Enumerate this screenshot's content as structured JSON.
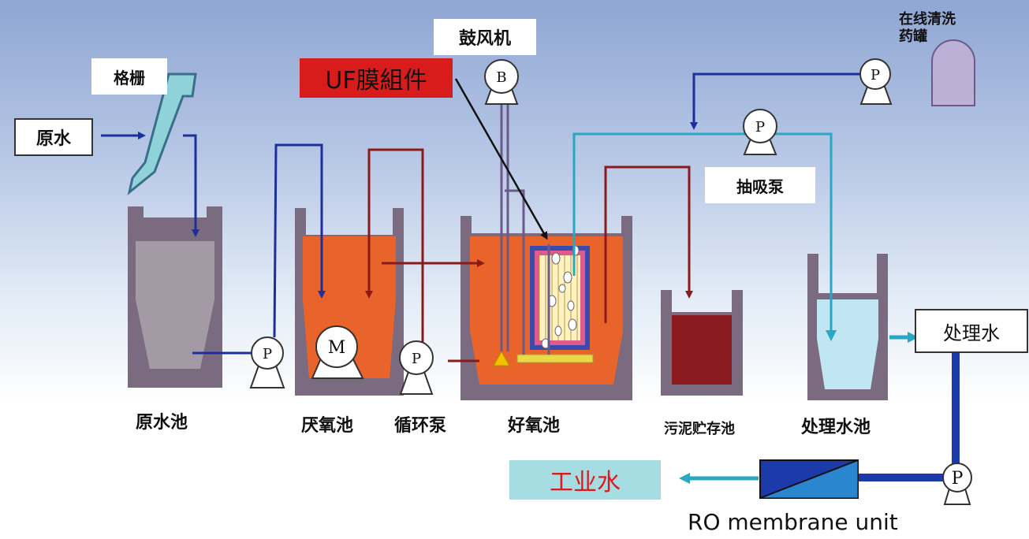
{
  "labels": {
    "raw_water": "原水",
    "screen": "格栅",
    "blower": "鼓风机",
    "uf_module": "UF膜組件",
    "online_cleaning_tank": "在线清洗\n药罐",
    "suction_pump": "抽吸泵",
    "treated_water": "处理水",
    "raw_water_tank": "原水池",
    "anoxic_tank": "厌氧池",
    "circulation_pump": "循环泵",
    "aerobic_tank": "好氧池",
    "sludge_tank": "污泥贮存池",
    "treated_water_tank": "处理水池",
    "industrial_water": "工业水",
    "ro_unit": "RO membrane unit"
  },
  "symbols": {
    "pump": "P",
    "blower": "B",
    "mixer": "M"
  },
  "colors": {
    "tank_wall": "#7a6b80",
    "raw_water": "#a39aa6",
    "anoxic_fill": "#e8642a",
    "sludge": "#8a1a1e",
    "treated_water": "#bfe6f2",
    "pipe_blue": "#1d2f9a",
    "pipe_red": "#8b1a1a",
    "pipe_cyan": "#2aa7c2",
    "uf_banner": "#d81b1b",
    "industrial_box": "#a6dde3",
    "industrial_text": "#e0191f"
  }
}
